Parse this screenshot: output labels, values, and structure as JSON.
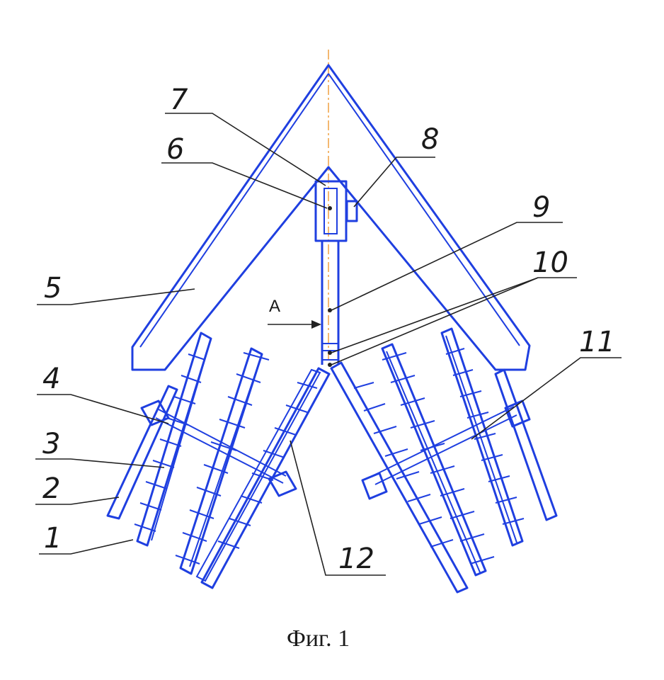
{
  "figure": {
    "caption": "Фиг. 1",
    "view_label": "A",
    "colors": {
      "drawing": "#1f3fe0",
      "leader": "#222222",
      "axis": "#f0a040",
      "background": "#ffffff"
    }
  },
  "callouts": [
    {
      "id": "1",
      "label": "1"
    },
    {
      "id": "2",
      "label": "2"
    },
    {
      "id": "3",
      "label": "3"
    },
    {
      "id": "4",
      "label": "4"
    },
    {
      "id": "5",
      "label": "5"
    },
    {
      "id": "6",
      "label": "6"
    },
    {
      "id": "7",
      "label": "7"
    },
    {
      "id": "8",
      "label": "8"
    },
    {
      "id": "9",
      "label": "9"
    },
    {
      "id": "10",
      "label": "10"
    },
    {
      "id": "11",
      "label": "11"
    },
    {
      "id": "12",
      "label": "12"
    }
  ]
}
